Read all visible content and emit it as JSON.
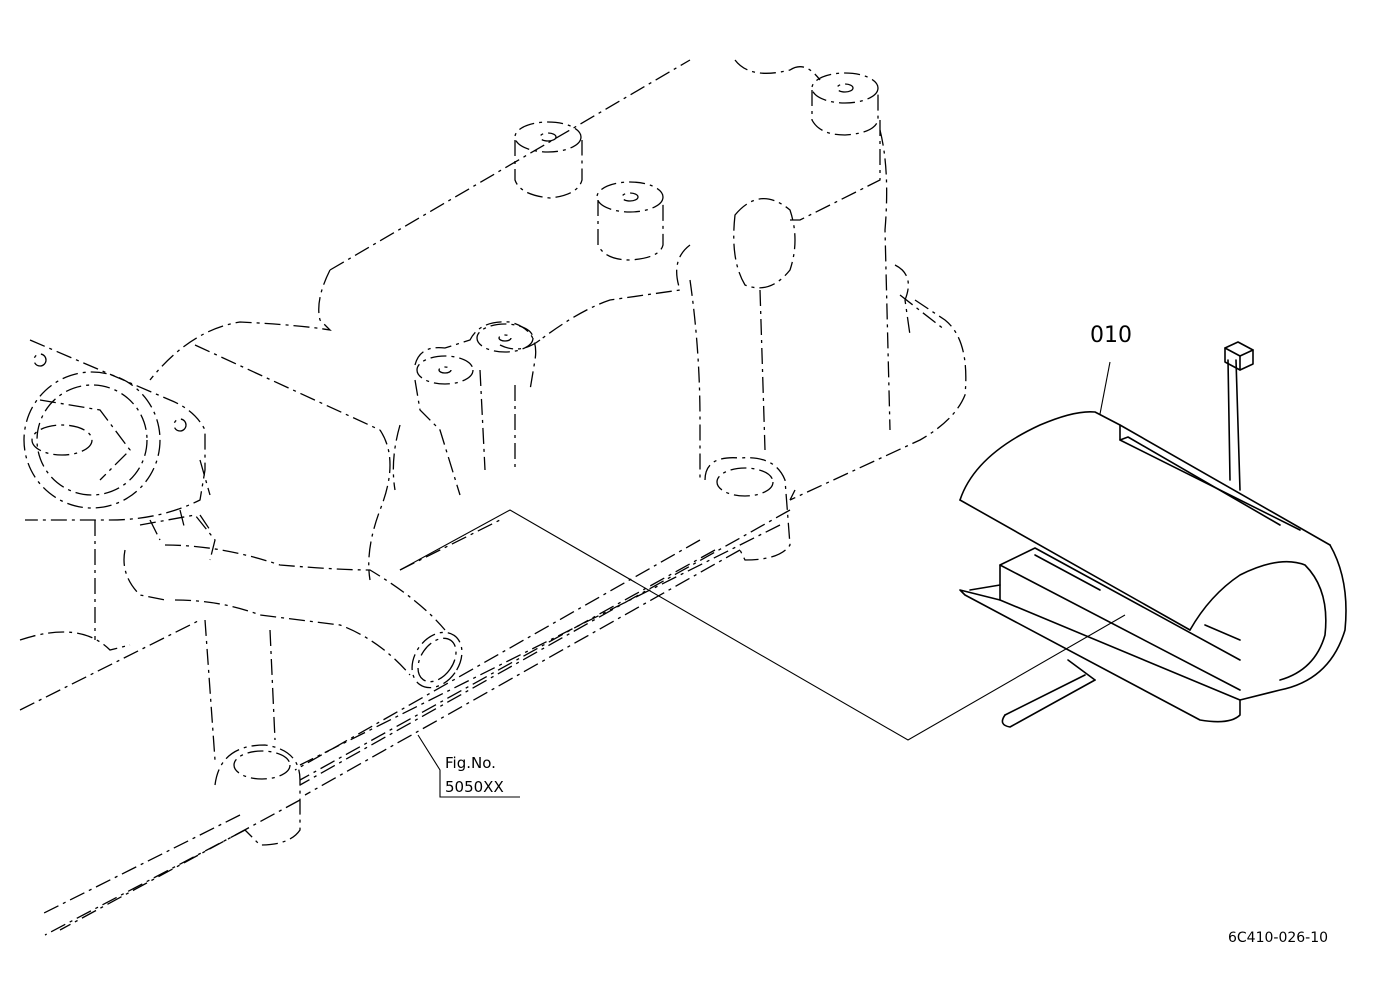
{
  "diagram": {
    "part_callout": "010",
    "reference_label_line1": "Fig.No.",
    "reference_label_line2": "5050XX",
    "drawing_code": "6C410-026-10"
  },
  "icons": {
    "cover": "heat-shield-cover-icon",
    "cable_tie": "cable-tie-icon"
  }
}
